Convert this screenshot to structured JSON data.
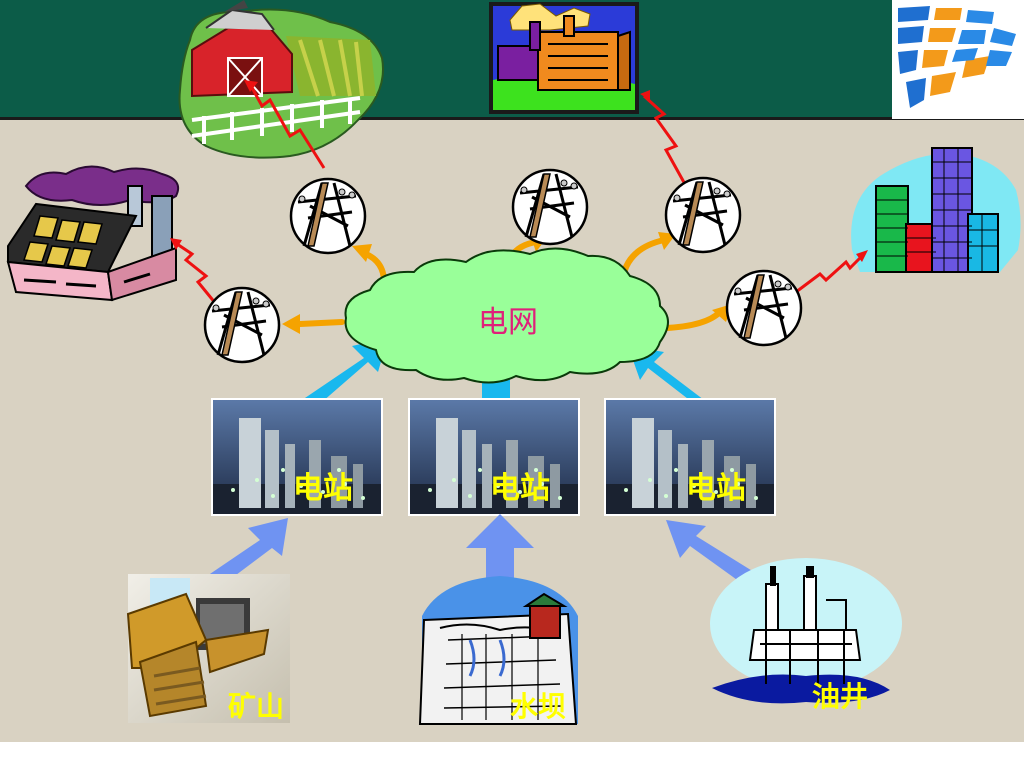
{
  "diagram": {
    "grid_label": "电网",
    "station_labels": [
      "电站",
      "电站",
      "电站"
    ],
    "source_labels": [
      "矿山",
      "水坝",
      "油井"
    ]
  },
  "colors": {
    "header_bg": "#0c5c48",
    "main_bg": "#d9d2c2",
    "cloud_fill": "#99ff99",
    "grid_label": "#e0207a",
    "station_label": "#ffff00",
    "source_label": "#ffff00",
    "arrow_cyan": "#19b8ee",
    "arrow_blue": "#6f93f2",
    "arrow_orange": "#f5a300",
    "lightning_red": "#ee1111"
  }
}
